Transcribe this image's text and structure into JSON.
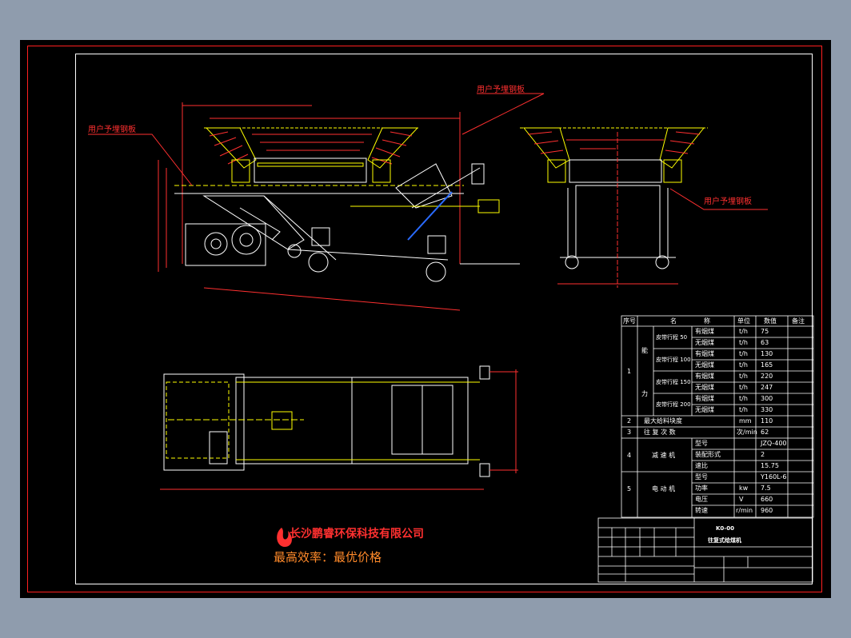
{
  "annotations": {
    "cable_label_left": "用户予埋钢板",
    "cable_label_top": "用户予埋钢板",
    "cable_label_right": "用户予埋钢板"
  },
  "table": {
    "headers": [
      "序号",
      "名",
      "称",
      "单位",
      "数值",
      "备注"
    ],
    "group_1_no": "1",
    "group_1_label_a": "能",
    "group_1_label_b": "力",
    "sub_rows": [
      {
        "stroke": "皮带行程 50",
        "type": "有烟煤",
        "unit": "t/h",
        "value": "75"
      },
      {
        "stroke": "",
        "type": "无烟煤",
        "unit": "t/h",
        "value": "63"
      },
      {
        "stroke": "皮带行程 100",
        "type": "有烟煤",
        "unit": "t/h",
        "value": "130"
      },
      {
        "stroke": "",
        "type": "无烟煤",
        "unit": "t/h",
        "value": "165"
      },
      {
        "stroke": "皮带行程 150",
        "type": "有烟煤",
        "unit": "t/h",
        "value": "220"
      },
      {
        "stroke": "",
        "type": "无烟煤",
        "unit": "t/h",
        "value": "247"
      },
      {
        "stroke": "皮带行程 200",
        "type": "有烟煤",
        "unit": "t/h",
        "value": "300"
      },
      {
        "stroke": "",
        "type": "无烟煤",
        "unit": "t/h",
        "value": "330"
      }
    ],
    "row_2": {
      "no": "2",
      "name": "最大给料块度",
      "unit": "mm",
      "value": "110"
    },
    "row_3": {
      "no": "3",
      "name": "往 复 次 数",
      "unit": "次/min",
      "value": "62"
    },
    "row_4": {
      "no": "4",
      "name": "减 速 机",
      "items": [
        {
          "label": "型号",
          "value": "JZQ-400"
        },
        {
          "label": "装配形式",
          "value": "2"
        },
        {
          "label": "速比",
          "value": "15.75"
        }
      ]
    },
    "row_5": {
      "no": "5",
      "name": "电 动 机",
      "items": [
        {
          "label": "型号",
          "unit": "",
          "value": "Y160L-6"
        },
        {
          "label": "功率",
          "unit": "kw",
          "value": "7.5"
        },
        {
          "label": "电压",
          "unit": "V",
          "value": "660"
        },
        {
          "label": "转速",
          "unit": "r/min",
          "value": "960"
        }
      ]
    }
  },
  "title_block": {
    "code": "K0-00",
    "name": "往复式给煤机"
  },
  "branding": {
    "company": "长沙鹏睿环保科技有限公司",
    "slogan": "最高效率：最优价格"
  },
  "colors": {
    "frame": "#ff2020",
    "lines": "#ffffff",
    "dimensions": "#ffff00",
    "text_red": "#ff3030"
  }
}
